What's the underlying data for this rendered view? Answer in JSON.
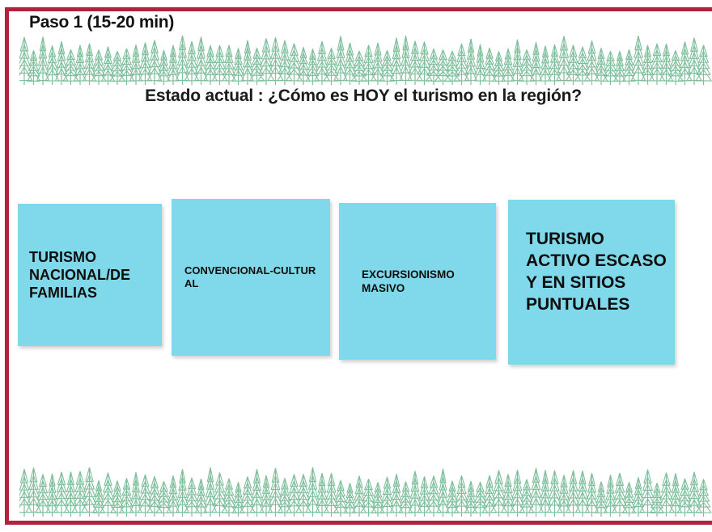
{
  "slide": {
    "step_title": "Paso 1 (15-20 min)",
    "heading": "Estado actual : ¿Cómo es HOY el turismo en la región?",
    "accent_color": "#b5213a",
    "tree_color": "#7fbf9c",
    "note_color": "#80d9ea"
  },
  "notes": [
    {
      "text": "TURISMO NACIONAL/DE FAMILIAS"
    },
    {
      "text": "CONVENCIONAL-CULTURAL"
    },
    {
      "text": "EXCURSIONISMO MASIVO"
    },
    {
      "text": "TURISMO ACTIVO ESCASO Y EN SITIOS PUNTUALES"
    }
  ],
  "decorations": {
    "top_trees_icon": "pine-tree-row",
    "bottom_trees_icon": "pine-tree-row"
  }
}
